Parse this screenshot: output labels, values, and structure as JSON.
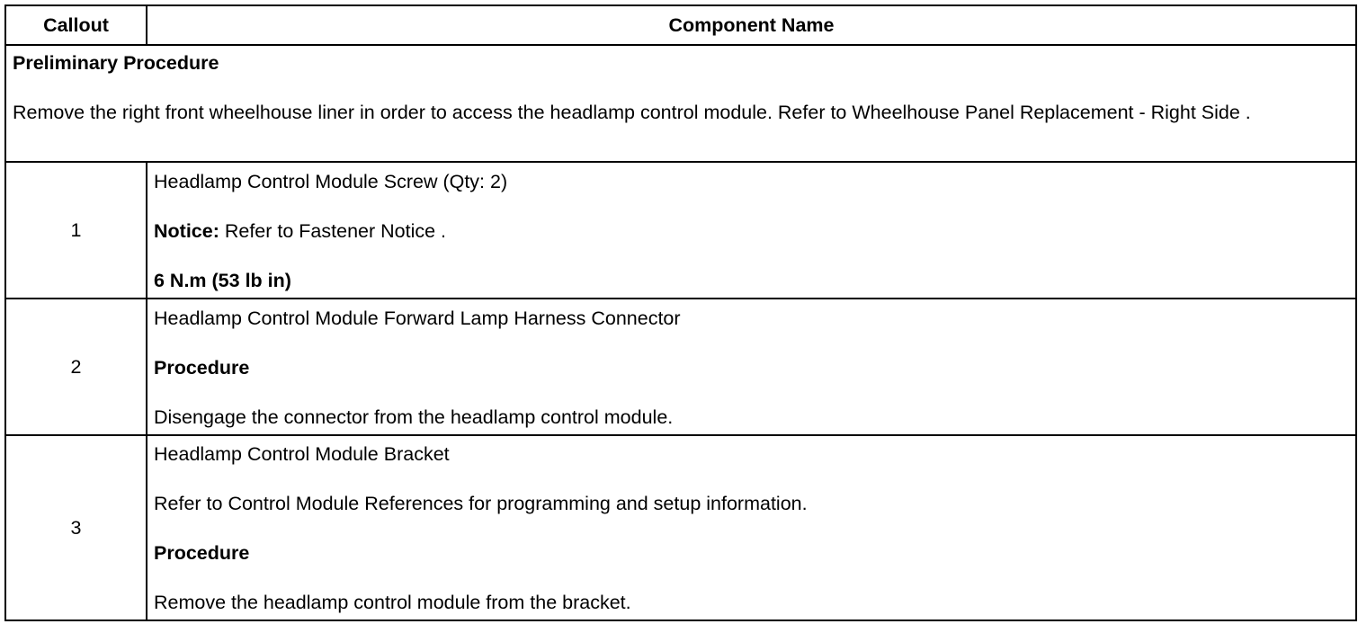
{
  "header": {
    "callout": "Callout",
    "component": "Component Name"
  },
  "preliminary": {
    "heading": "Preliminary Procedure",
    "text": "Remove the right front wheelhouse liner in order to access the headlamp control module. Refer to Wheelhouse Panel Replacement - Right Side ."
  },
  "rows": [
    {
      "callout": "1",
      "name": "Headlamp Control Module Screw (Qty: 2)",
      "notice_label": "Notice:",
      "notice_text": " Refer to Fastener Notice .",
      "torque": "6 N.m (53 lb in)"
    },
    {
      "callout": "2",
      "name": "Headlamp Control Module Forward Lamp Harness Connector",
      "proc_label": "Procedure",
      "proc_text": "Disengage the connector from the headlamp control module."
    },
    {
      "callout": "3",
      "name": "Headlamp Control Module Bracket",
      "ref_text": "Refer to Control Module References for programming and setup information.",
      "proc_label": "Procedure",
      "proc_text": "Remove the headlamp control module from the bracket."
    }
  ]
}
